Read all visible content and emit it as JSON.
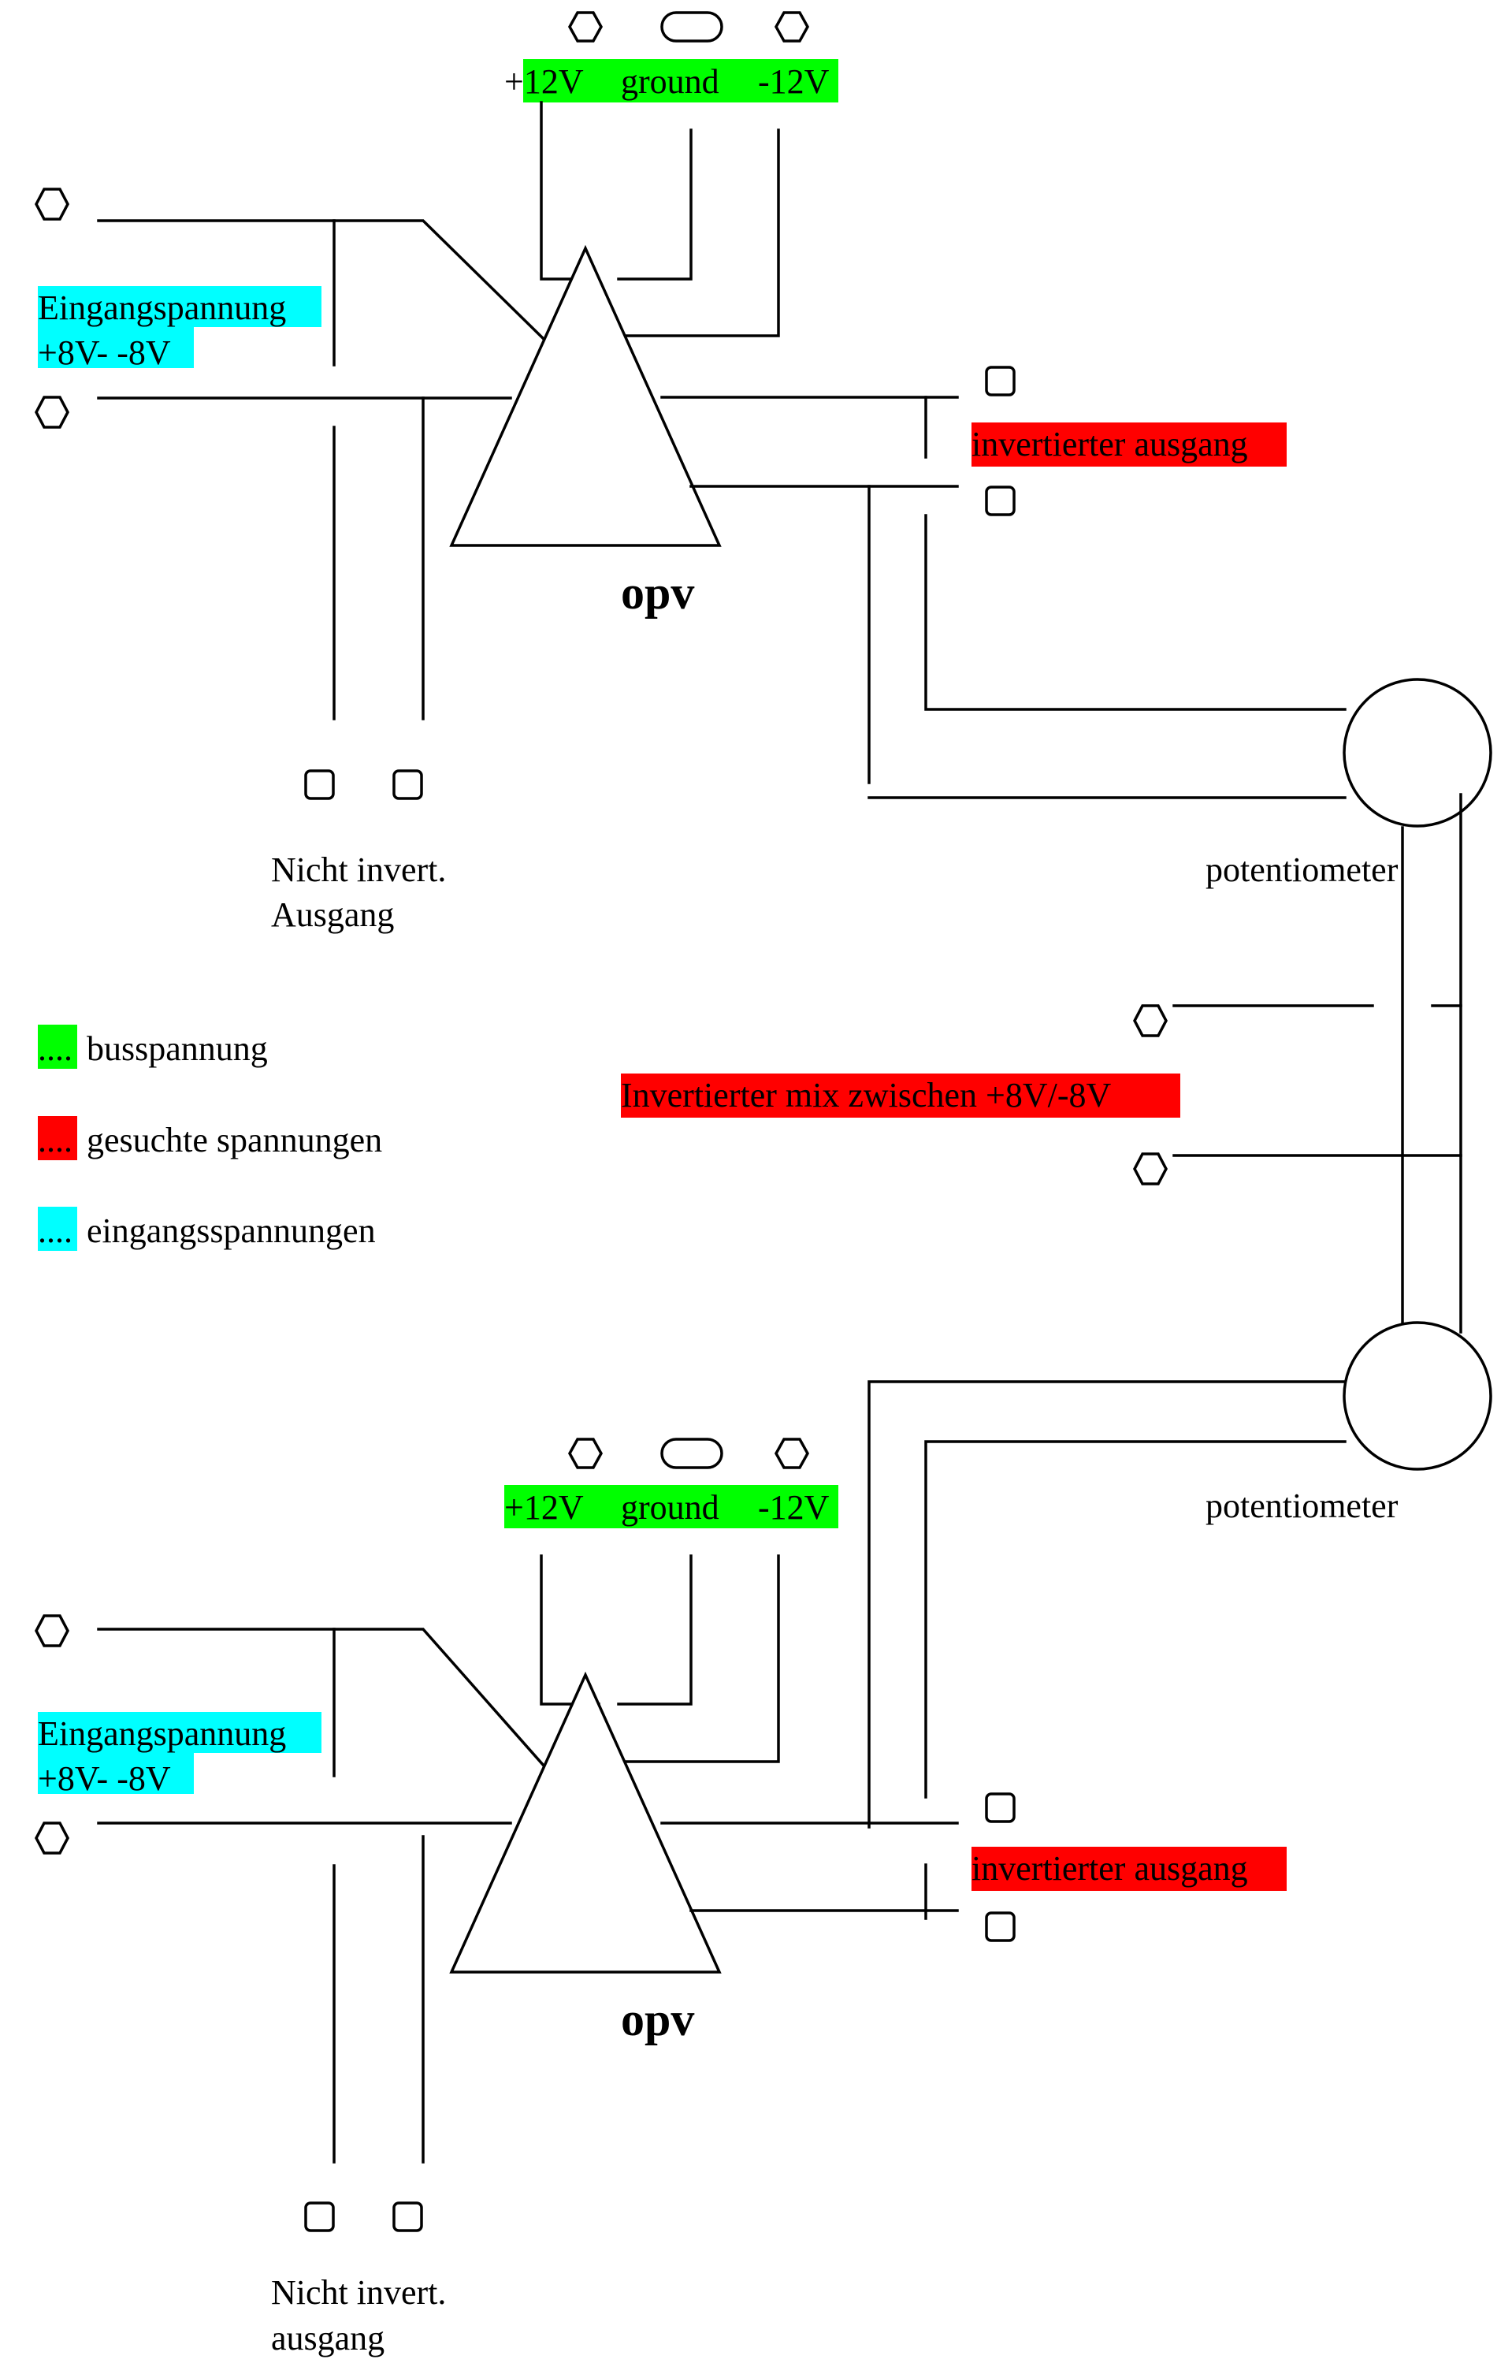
{
  "colors": {
    "bus": "#00ff00",
    "output": "#ff0000",
    "input": "#00ffff"
  },
  "top": {
    "bus_plus": "+12V",
    "bus_ground": "ground",
    "bus_minus": "-12V",
    "input_line1": "Eingangspannung",
    "input_line2": "+8V- -8V",
    "opv": "opv",
    "inv_output": "invertierter ausgang",
    "noninv_line1": "Nicht invert.",
    "noninv_line2": "Ausgang",
    "pot": "potentiometer"
  },
  "mix": {
    "label": "Invertierter mix zwischen +8V/-8V"
  },
  "legend": {
    "dots": "....",
    "bus": "busspannung",
    "output": "gesuchte spannungen",
    "input": "eingangsspannungen"
  },
  "bottom": {
    "bus_plus": "+12V",
    "bus_ground": "ground",
    "bus_minus": "-12V",
    "input_line1": "Eingangspannung",
    "input_line2": "+8V- -8V",
    "opv": "opv",
    "inv_output": "invertierter ausgang",
    "noninv_line1": "Nicht invert.",
    "noninv_line2": "ausgang",
    "pot": "potentiometer"
  }
}
